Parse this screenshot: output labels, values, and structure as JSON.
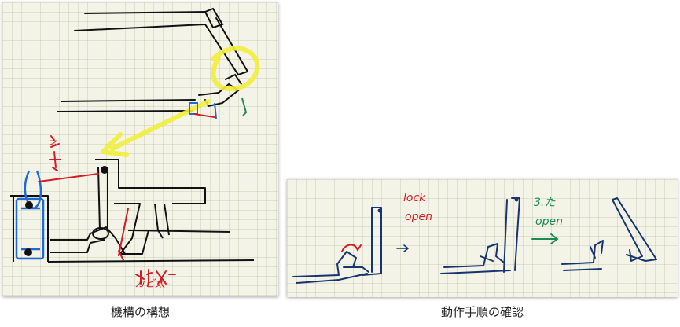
{
  "left_panel": {
    "caption": "機構の構想",
    "notes": {
      "handwritten_vertical": "ネ",
      "handwritten_bottom": "カビ太"
    }
  },
  "right_panel": {
    "caption": "動作手順の確認",
    "notes": {
      "step1_line1": "lock",
      "step1_line2": "open",
      "step2_line1": "3.た",
      "step2_line2": "open"
    }
  },
  "colors": {
    "ink": "#111111",
    "red": "#d01c24",
    "blue": "#1f6bd6",
    "yellow": "#f1ef3c",
    "green": "#1d8a52",
    "navy": "#16356f"
  }
}
